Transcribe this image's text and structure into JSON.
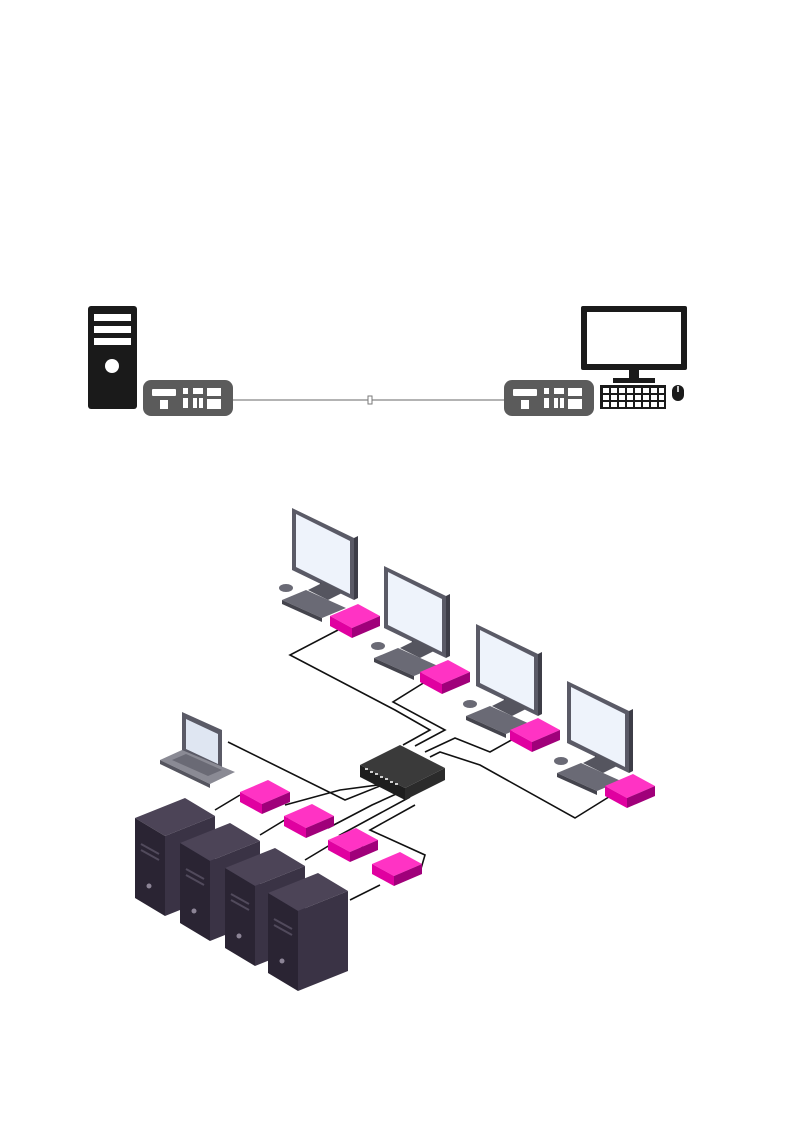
{
  "colors": {
    "background": "#ffffff",
    "device_dark": "#1a1a1a",
    "extender_body": "#5b5b5b",
    "extender_port": "#ffffff",
    "cable": "#7a7a7a",
    "accent_magenta": "#e000a0",
    "accent_magenta_dark": "#a0007a",
    "tower_purple": "#3a3345",
    "tower_purple_side": "#2a2433",
    "monitor_frame": "#5a5a66",
    "monitor_screen": "#eef3fb",
    "switch_body": "#2b2b2b",
    "network_cable": "#111111"
  },
  "diagram_top": {
    "nodes": [
      {
        "name": "pc-tower-icon"
      },
      {
        "name": "transmitter-extender-icon"
      },
      {
        "name": "cable-link"
      },
      {
        "name": "receiver-extender-icon"
      },
      {
        "name": "monitor-icon"
      },
      {
        "name": "keyboard-icon"
      },
      {
        "name": "mouse-icon"
      }
    ]
  },
  "diagram_bottom": {
    "nodes": [
      {
        "name": "network-switch-icon"
      },
      {
        "name": "laptop-icon"
      },
      {
        "name": "server-tower-icon",
        "count": 4
      },
      {
        "name": "transmitter-unit-icon",
        "count": 4
      },
      {
        "name": "workstation-monitor-icon",
        "count": 4
      },
      {
        "name": "receiver-unit-icon",
        "count": 4
      }
    ]
  }
}
